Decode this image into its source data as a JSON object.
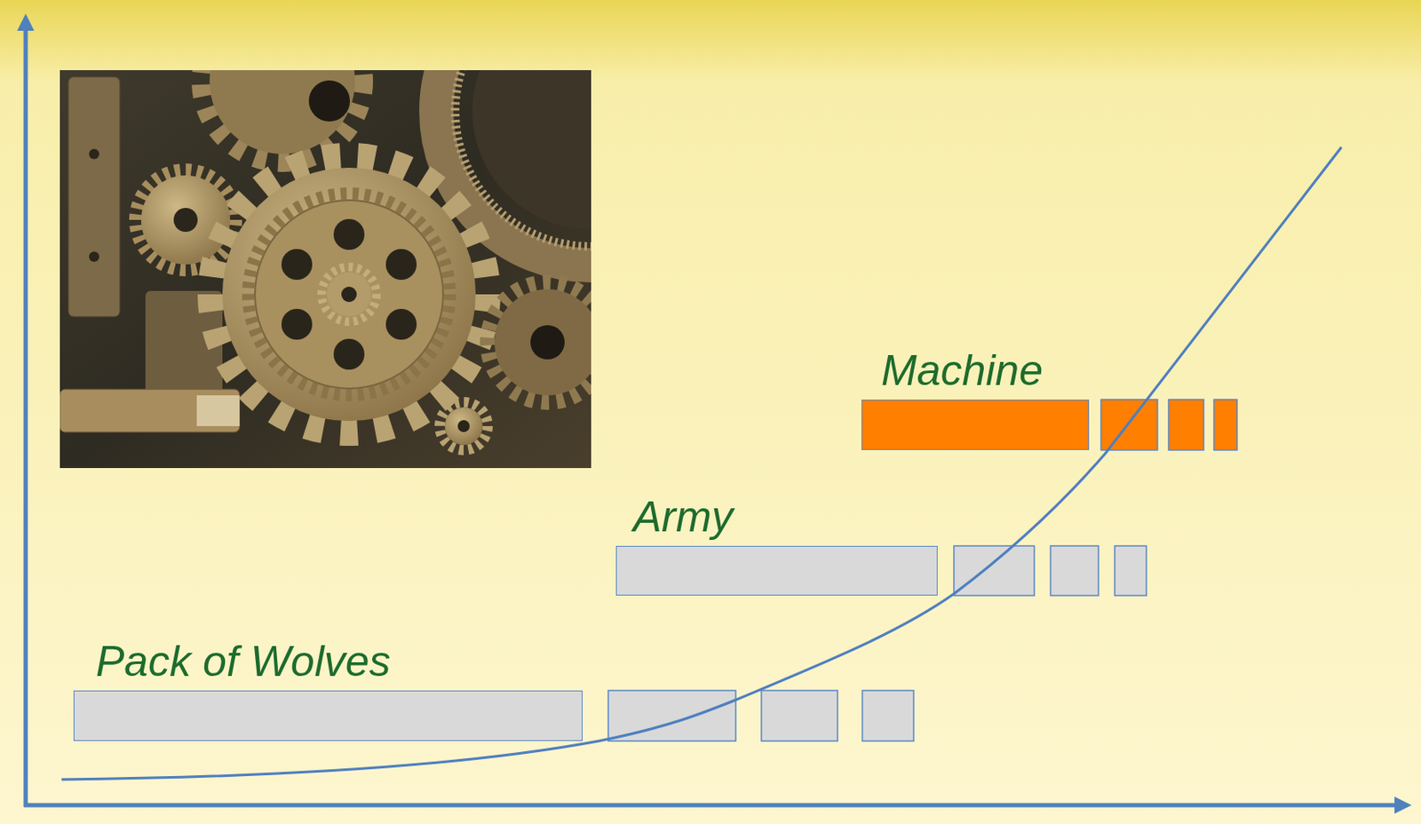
{
  "diagram": {
    "nodes": [
      {
        "text": [
          "Pack of Wolves"
        ]
      },
      {
        "text": [
          "Army"
        ]
      },
      {
        "text": [
          "Machine"
        ]
      }
    ]
  }
}
